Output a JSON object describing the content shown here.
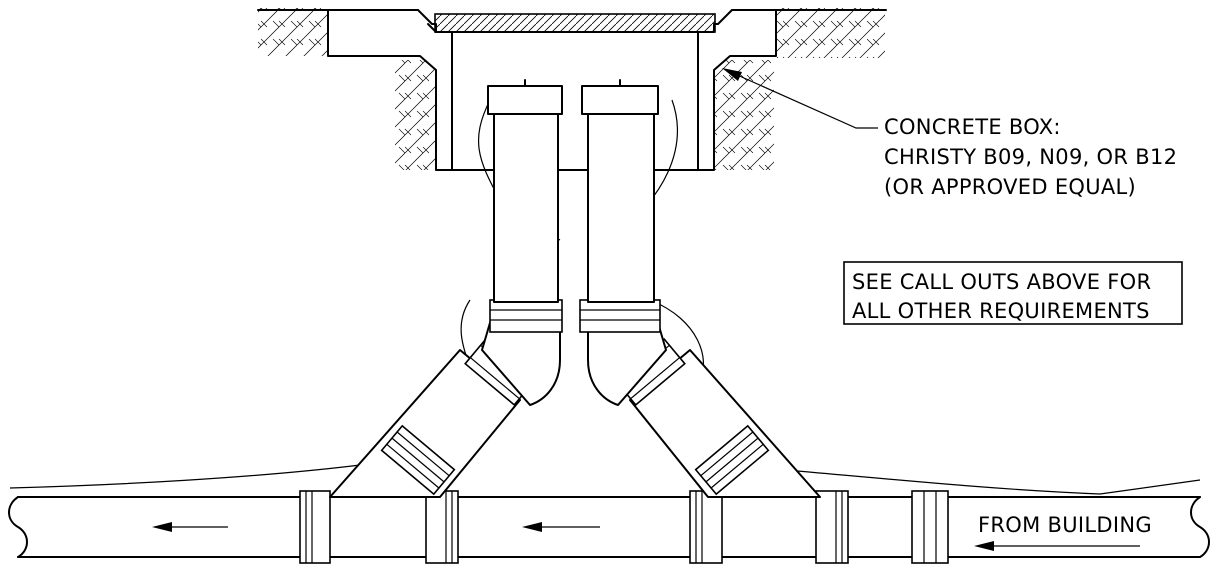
{
  "callout_concrete_box": {
    "line1": "CONCRETE BOX:",
    "line2": "CHRISTY B09, N09, OR B12",
    "line3": "(OR APPROVED EQUAL)"
  },
  "note_box": {
    "line1": "SEE CALL OUTS ABOVE FOR",
    "line2": "ALL OTHER REQUIREMENTS"
  },
  "flow_label": "FROM BUILDING"
}
